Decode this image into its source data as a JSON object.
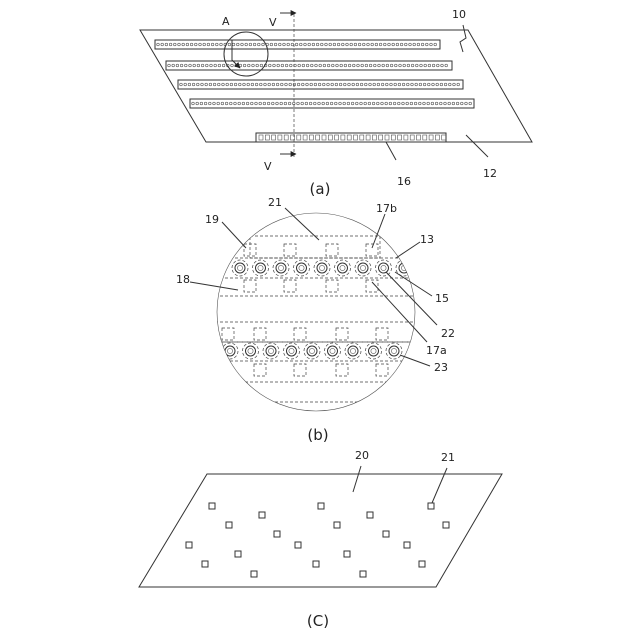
{
  "panel_a": {
    "ref_10": "10",
    "ref_12": "12",
    "ref_16": "16",
    "section_label_top": "V",
    "section_label_bottom": "V",
    "detail_label": "A",
    "caption": "(a)"
  },
  "panel_b": {
    "ref_21": "21",
    "ref_17b": "17b",
    "ref_19": "19",
    "ref_13": "13",
    "ref_18": "18",
    "ref_15": "15",
    "ref_22": "22",
    "ref_17a": "17a",
    "ref_23": "23",
    "caption": "(b)"
  },
  "panel_c": {
    "ref_20": "20",
    "ref_21": "21",
    "caption": "(C)"
  }
}
